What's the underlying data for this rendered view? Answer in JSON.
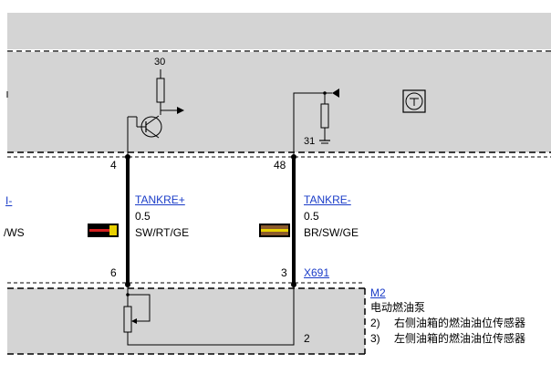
{
  "top_module": {
    "terminal_30": "30",
    "terminal_31": "31"
  },
  "left_wire": {
    "pin_top": "4",
    "pin_bottom": "6",
    "signal_link": "TANKRE+",
    "gauge": "0.5",
    "colors": "SW/RT/GE",
    "color_code_hex": [
      "#000000",
      "#d42020",
      "#e8d000"
    ]
  },
  "right_wire": {
    "pin_top": "48",
    "pin_bottom": "3",
    "signal_link": "TANKRE-",
    "gauge": "0.5",
    "colors": "BR/SW/GE",
    "connector_link": "X691",
    "color_code_hex": [
      "#8b5a2b",
      "#000000",
      "#e8d000"
    ]
  },
  "edge_left": {
    "link": "I-",
    "colors": "/WS"
  },
  "bottom_module": {
    "link": "M2",
    "name": "电动燃油泵",
    "pin_2": "2",
    "legend": [
      {
        "num": "2)",
        "text": "右侧油箱的燃油油位传感器"
      },
      {
        "num": "3)",
        "text": "左侧油箱的燃油油位传感器"
      }
    ]
  },
  "icons": [
    "transistor-symbol-icon",
    "ground-icon",
    "arrow-icon",
    "resistor-icon",
    "potentiometer-icon"
  ],
  "colors": {
    "module_fill": "#d4d4d4",
    "link_blue": "#1a3cc8"
  }
}
